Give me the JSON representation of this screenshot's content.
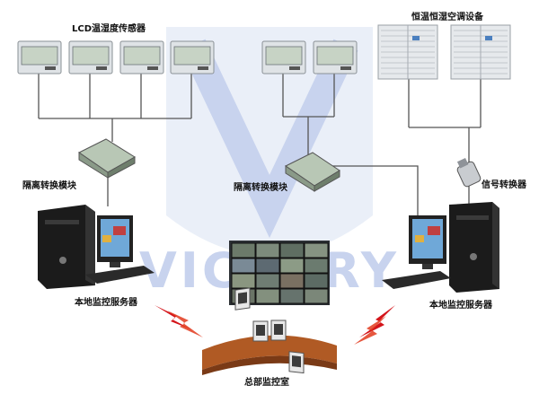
{
  "labels": {
    "lcd_sensors": "LCD温湿度传感器",
    "ac_units": "恒温恒湿空调设备",
    "isolation_module_left": "隔离转换模块",
    "isolation_module_center": "隔离转换模块",
    "signal_converter": "信号转换器",
    "local_server_left": "本地监控服务器",
    "local_server_right": "本地监控服务器",
    "hq_monitor_room": "总部监控室"
  },
  "watermark": {
    "text": "VICTORY",
    "color": "#b9c6e6"
  },
  "colors": {
    "line": "#555555",
    "sensor_body": "#d9dde0",
    "ac_body": "#e4e7ea",
    "server": "#1a1a1a",
    "lightning": "#d4141a",
    "desk": "#c56a2c"
  },
  "icons": [
    "lcd-sensor-icon",
    "ac-unit-icon",
    "isolation-module-icon",
    "signal-converter-icon",
    "computer-tower-icon",
    "monitor-icon",
    "keyboard-icon",
    "video-wall-icon",
    "lightning-icon",
    "control-desk-icon"
  ]
}
